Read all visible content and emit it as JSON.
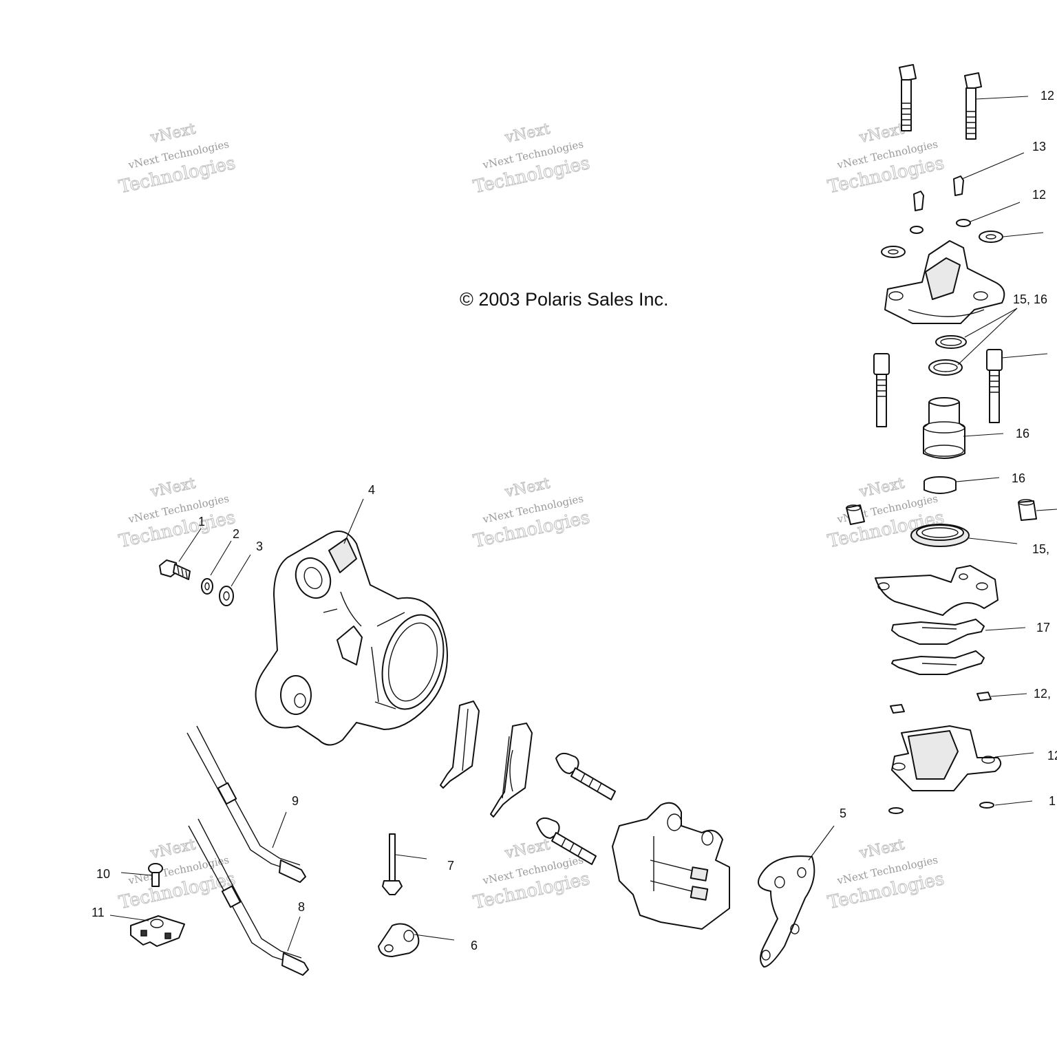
{
  "copyright": "© 2003 Polaris Sales Inc.",
  "watermark": {
    "line1": "vNext Technologies",
    "line2": "Technologies",
    "top": "vNext"
  },
  "callouts": {
    "c1": "1",
    "c2": "2",
    "c3": "3",
    "c4": "4",
    "c5": "5",
    "c6": "6",
    "c7": "7",
    "c8": "8",
    "c9": "9",
    "c10": "10",
    "c11": "11",
    "c12a": "12",
    "c13": "13",
    "c12b": "12",
    "c1516a": "15,   16",
    "c16a": "16",
    "c16b": "16",
    "c15b": "15,",
    "c17": "17",
    "c12c": "12,",
    "c12d": "12",
    "c1e": "1"
  }
}
